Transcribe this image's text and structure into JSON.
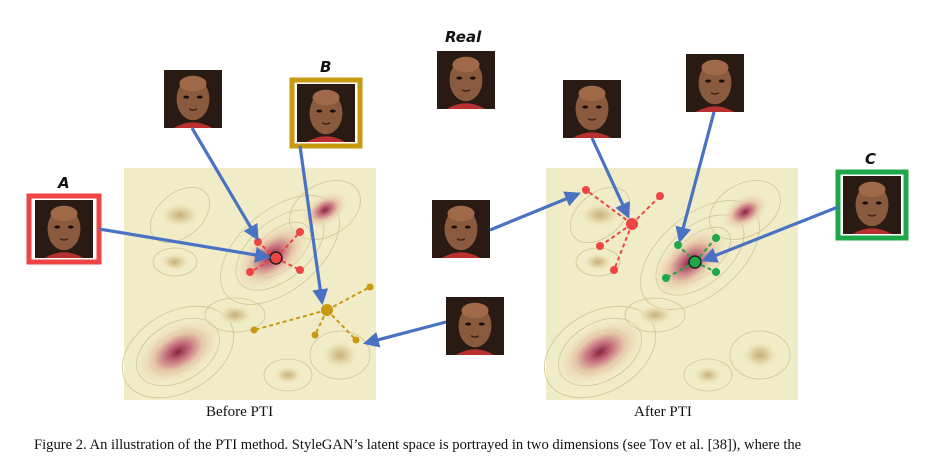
{
  "labels": {
    "a": "A",
    "b": "B",
    "c": "C",
    "real": "Real"
  },
  "panels": {
    "before": "Before PTI",
    "after": "After PTI"
  },
  "caption": "Figure 2. An illustration of the PTI method.  StyleGAN’s latent space is portrayed in two dimensions (see Tov et al. [38]), where the",
  "colors": {
    "arrow": "#4a72c2",
    "red": "#ee4444",
    "gold": "#c79a10",
    "green": "#1ea84a",
    "contour_fill": "#f1ecc8",
    "contour_peak": "#b0405a"
  }
}
